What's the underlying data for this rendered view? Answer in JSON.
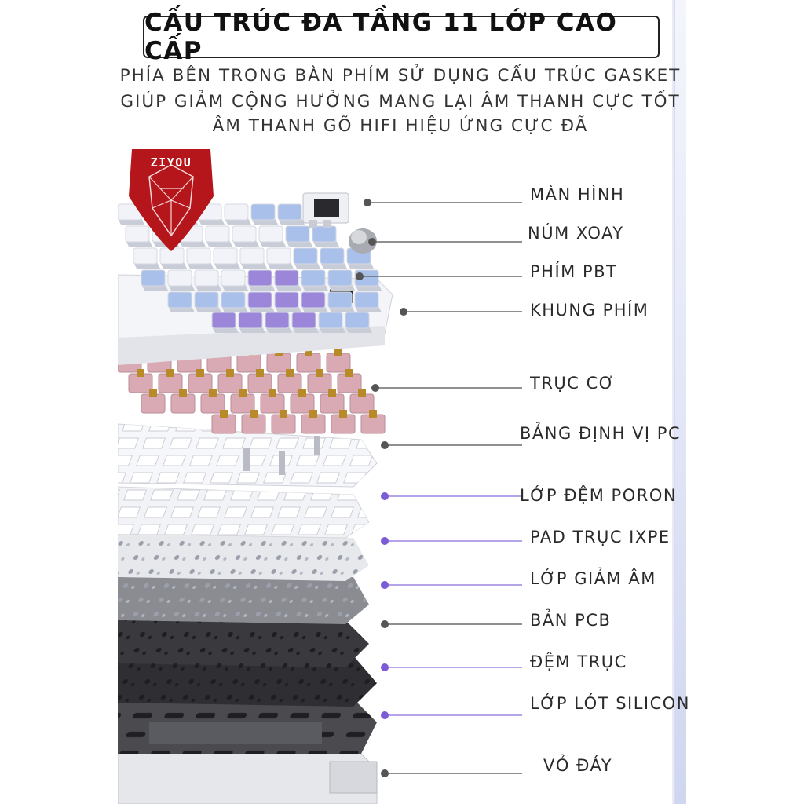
{
  "header": {
    "title": "CẤU TRÚC ĐA TẦNG 11 LỚP CAO CẤP",
    "subtitle_lines": [
      "PHÍA BÊN TRONG BÀN PHÍM SỬ DỤNG CẤU TRÚC GASKET",
      "GIÚP GIẢM CỘNG HƯỞNG MANG LẠI ÂM THANH CỰC TỐT",
      "ÂM THANH GÕ HIFI HIỆU ỨNG CỰC ĐÃ"
    ]
  },
  "brand": {
    "logo_text": "ZIYOU"
  },
  "layers": [
    {
      "label": "MÀN HÌNH",
      "dot_color": "#555555"
    },
    {
      "label": "NÚM XOAY",
      "dot_color": "#555555"
    },
    {
      "label": "PHÍM PBT",
      "dot_color": "#555555"
    },
    {
      "label": "KHUNG PHÍM",
      "dot_color": "#555555"
    },
    {
      "label": "TRỤC CƠ",
      "dot_color": "#555555"
    },
    {
      "label": "BẢNG ĐỊNH VỊ PC",
      "dot_color": "#555555"
    },
    {
      "label": "LỚP ĐỆM PORON",
      "dot_color": "#7b5cd6"
    },
    {
      "label": "PAD TRỤC IXPE",
      "dot_color": "#7b5cd6"
    },
    {
      "label": "LỚP GIẢM ÂM",
      "dot_color": "#7b5cd6"
    },
    {
      "label": "BẢN PCB",
      "dot_color": "#555555"
    },
    {
      "label": "ĐỆM TRỤC",
      "dot_color": "#7b5cd6"
    },
    {
      "label": "LỚP LÓT SILICON",
      "dot_color": "#7b5cd6"
    },
    {
      "label": "VỎ ĐÁY",
      "dot_color": "#555555"
    }
  ],
  "colors": {
    "keycap_blue": "#a9c0ea",
    "keycap_purple": "#9b86d9",
    "keycap_white": "#f1f3f8",
    "switch_pink": "#d9aab4",
    "switch_stem": "#b88a2a",
    "pcb_dark": "#3a3a3e",
    "logo_red": "#b4161b",
    "accent_purple": "#7b5cd6"
  }
}
